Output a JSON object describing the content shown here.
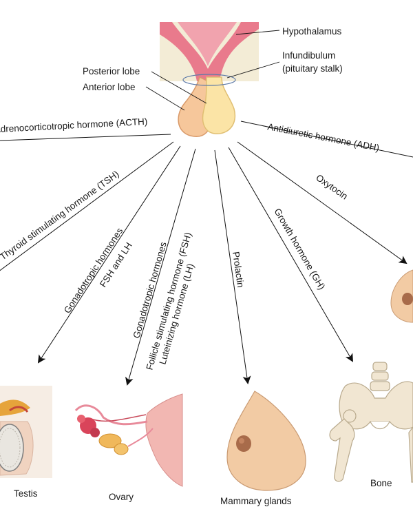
{
  "labels": {
    "hypothalamus": "Hypothalamus",
    "infundibulum": "Infundibulum",
    "pituitary_stalk": "(pituitary stalk)",
    "posterior_lobe": "Posterior lobe",
    "anterior_lobe": "Anterior lobe"
  },
  "hormones": {
    "acth": "Adrenocorticotropic hormone (ACTH)",
    "adh": "Antidiuretic hormone (ADH)",
    "tsh": "Thyroid stimulating hormone (TSH)",
    "oxytocin": "Oxytocin",
    "gonadotropic_1": "Gonadotropic hormones",
    "fsh_lh": "FSH and LH",
    "gonadotropic_2": "Gonadotropic hormones",
    "fsh_full": "Follicle stimulating hormone (FSH)",
    "lh_full": "Luteinizing hormone (LH)",
    "prolactin": "Prolactin",
    "gh": "Growth hormone (GH)"
  },
  "targets": {
    "testis": "Testis",
    "ovary": "Ovary",
    "mammary": "Mammary glands",
    "bone": "Bone"
  },
  "colors": {
    "hypothalamus_bg": "#f3ecd6",
    "hypothalamus_pink": "#e97a8c",
    "anterior": "#f6c79b",
    "posterior": "#fbe4a6",
    "skin": "#f2cba4",
    "areola": "#a86b4a",
    "bone": "#f1e6d2",
    "bone_outline": "#b8a98c",
    "arrow": "#111111"
  }
}
